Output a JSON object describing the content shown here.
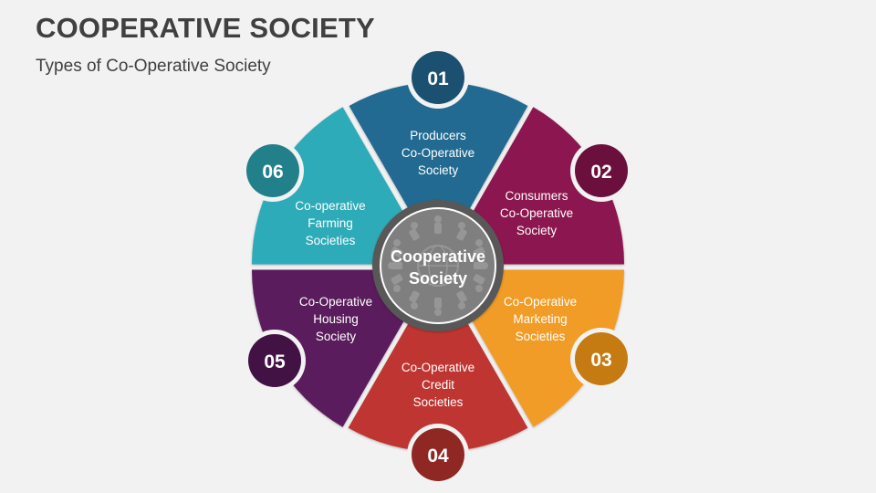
{
  "header": {
    "title": "COOPERATIVE SOCIETY",
    "subtitle": "Types of Co-Operative Society"
  },
  "center": {
    "line1": "Cooperative",
    "line2": "Society",
    "icon": "people-holding-hands-globe-icon",
    "fill": "#7f7f7f",
    "ring": "#595959"
  },
  "segments": [
    {
      "number": "01",
      "lines": [
        "Producers",
        "Co-Operative",
        "Society"
      ],
      "color": "#236b91",
      "badge_color": "#1c5070"
    },
    {
      "number": "02",
      "lines": [
        "Consumers",
        "Co-Operative",
        "Society"
      ],
      "color": "#8c1450",
      "badge_color": "#6b0f3d"
    },
    {
      "number": "03",
      "lines": [
        "Co-Operative",
        "Marketing",
        "Societies"
      ],
      "color": "#f09c28",
      "badge_color": "#c67a12"
    },
    {
      "number": "04",
      "lines": [
        "Co-Operative",
        "Credit",
        "Societies"
      ],
      "color": "#bf3630",
      "badge_color": "#8f2822"
    },
    {
      "number": "05",
      "lines": [
        "Co-Operative",
        "Housing",
        "Society"
      ],
      "color": "#5a1a5c",
      "badge_color": "#431245"
    },
    {
      "number": "06",
      "lines": [
        "Co-operative",
        "Farming",
        "Societies"
      ],
      "color": "#2eabb8",
      "badge_color": "#22808a"
    }
  ]
}
